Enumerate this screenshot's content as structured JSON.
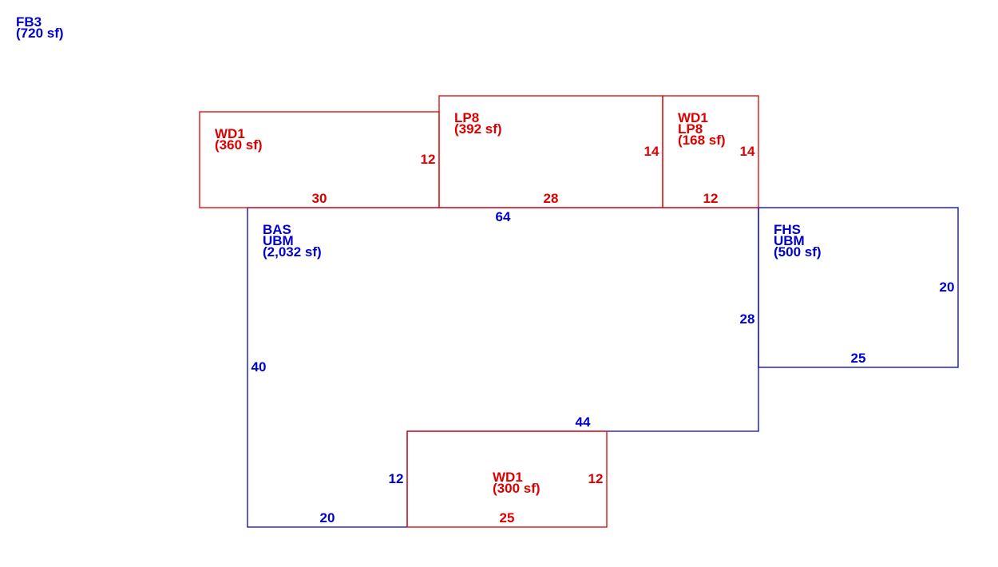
{
  "colors": {
    "main": "#0000cc",
    "addition": "#dd0000"
  },
  "legend": {
    "code": "FB3",
    "area": "(720 sf)"
  },
  "areas": {
    "bas": {
      "codes": [
        "BAS",
        "UBM"
      ],
      "area": "(2,032 sf)"
    },
    "fhs": {
      "codes": [
        "FHS",
        "UBM"
      ],
      "area": "(500 sf)"
    },
    "wd1_left": {
      "codes": [
        "WD1"
      ],
      "area": "(360 sf)"
    },
    "lp8": {
      "codes": [
        "LP8"
      ],
      "area": "(392 sf)"
    },
    "wd1_lp8": {
      "codes": [
        "WD1",
        "LP8"
      ],
      "area": "(168 sf)"
    },
    "wd1_bottom": {
      "codes": [
        "WD1"
      ],
      "area": "(300 sf)"
    }
  },
  "dimensions": {
    "wd1_left_width": "30",
    "wd1_left_height": "12",
    "lp8_width": "28",
    "lp8_height": "14",
    "wd1_lp8_width": "12",
    "wd1_lp8_height": "14",
    "bas_top": "64",
    "bas_left": "40",
    "bas_right": "28",
    "bas_step": "44",
    "bas_bottom": "20",
    "bas_notch": "12",
    "fhs_width": "25",
    "fhs_height": "20",
    "wd1_bottom_width": "25",
    "wd1_bottom_height": "12"
  }
}
